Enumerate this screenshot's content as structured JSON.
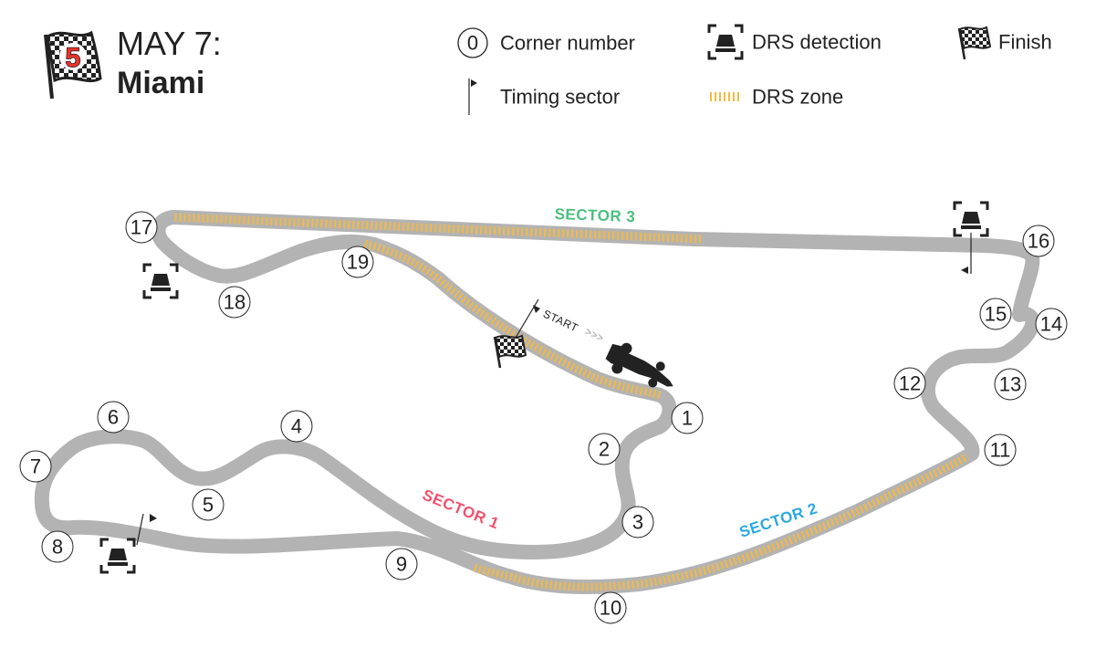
{
  "header": {
    "round_number": "5",
    "date": "MAY 7:",
    "city": "Miami"
  },
  "legend": {
    "corner_symbol": "0",
    "corner_number": "Corner number",
    "drs_detection": "DRS detection",
    "finish": "Finish",
    "timing_sector": "Timing sector",
    "drs_zone": "DRS zone"
  },
  "sectors": {
    "sector1": "SECTOR 1",
    "sector2": "SECTOR 2",
    "sector3": "SECTOR 3"
  },
  "start_label": "START",
  "colors": {
    "track": "#b3b3b3",
    "drs_zone": "#f4b942",
    "sector1": "#f0506e",
    "sector2": "#29a8e0",
    "sector3": "#4cbf7f",
    "round_badge": "#e8322c",
    "ink": "#222222"
  },
  "corners": [
    "1",
    "2",
    "3",
    "4",
    "5",
    "6",
    "7",
    "8",
    "9",
    "10",
    "11",
    "12",
    "13",
    "14",
    "15",
    "16",
    "17",
    "18",
    "19"
  ]
}
